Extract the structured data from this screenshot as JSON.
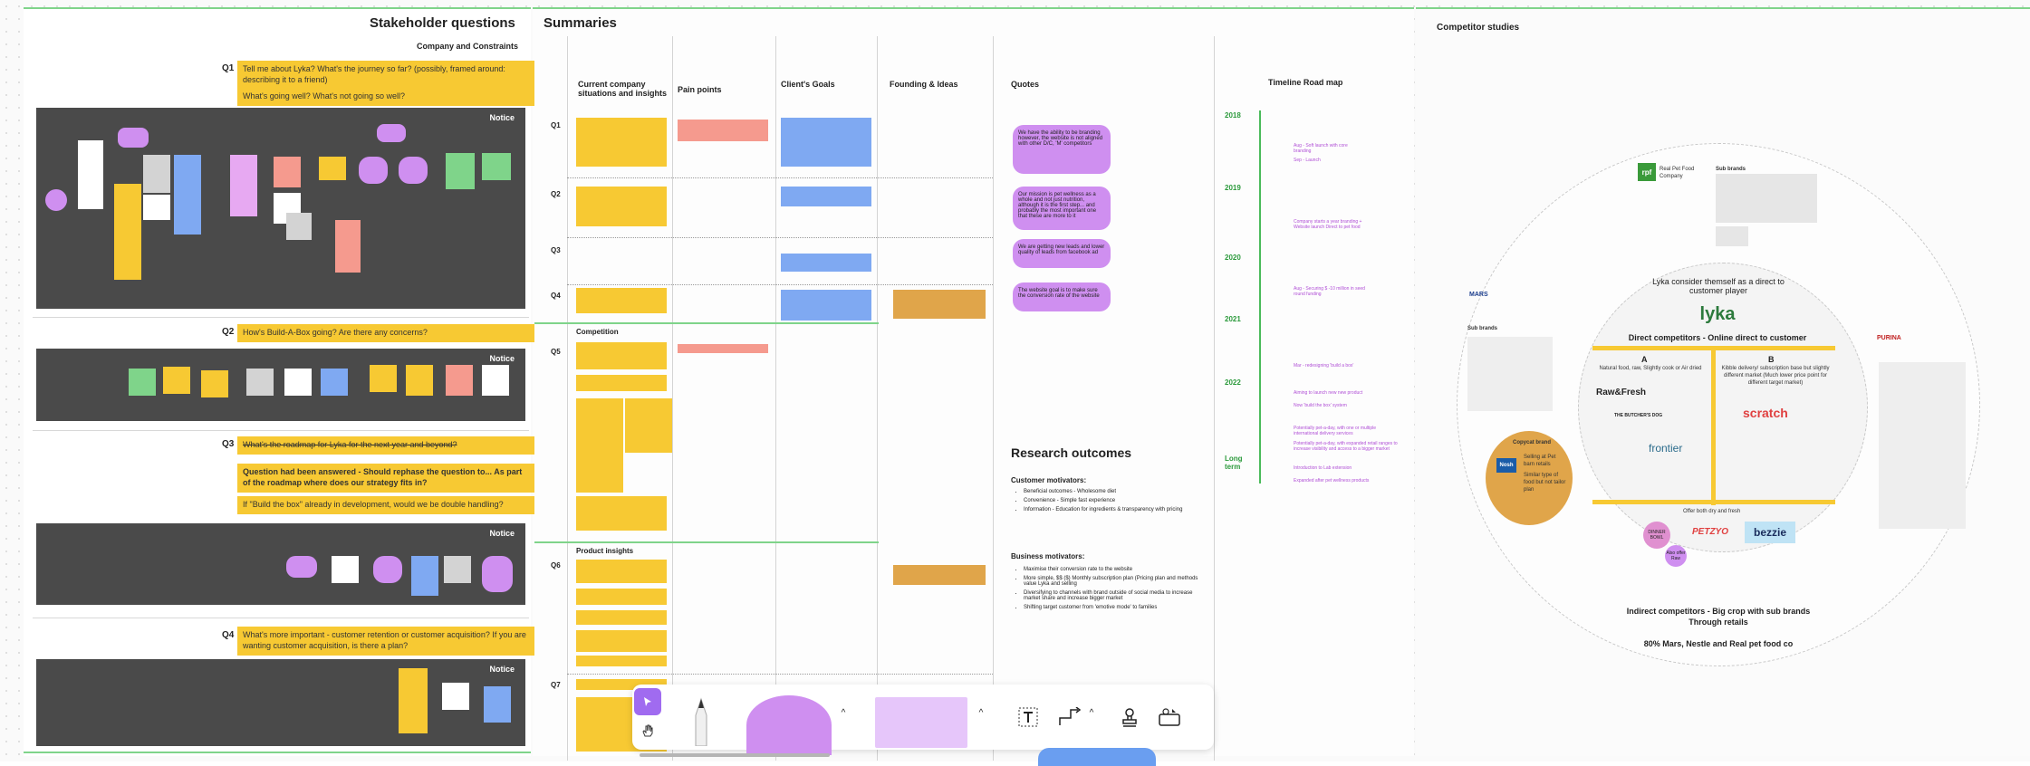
{
  "stakeholder": {
    "title": "Stakeholder questions",
    "subtitle": "Company and Constraints",
    "q1_label": "Q1",
    "q1_text": "Tell me about Lyka? What's the journey so far? (possibly, framed around: describing it to a friend)",
    "q1_text2": "What's going well? What's not going so well?",
    "q2_label": "Q2",
    "q2_text": "How's Build-A-Box going? Are there any concerns?",
    "q3_label": "Q3",
    "q3_text": "What's the roadmap for Lyka for the next year and beyond?",
    "q3_text2": "Question had been answered - Should rephase the question to... As part of the roadmap where does our strategy fits in?",
    "q3_text3": "If \"Build the box\" already in development, would we be double handling?",
    "q4_label": "Q4",
    "q4_text": "What's more important - customer retention or customer acquisition? If you are wanting customer acquisition, is there a plan?",
    "notice": "Notice"
  },
  "summaries": {
    "title": "Summaries",
    "columns": [
      "Current company situations and insights",
      "Pain points",
      "Client's Goals",
      "Founding & Ideas",
      "Quotes",
      "Timeline Road map"
    ],
    "rows": [
      "Q1",
      "Q2",
      "Q3",
      "Q4",
      "Q5",
      "Q6",
      "Q7"
    ],
    "competition": "Competition",
    "product_insights": "Product insights",
    "quotes": [
      "We have the ability to be branding however, the website is not aligned with other D/C, 'M' competitors",
      "Our mission is pet wellness as a whole and not just nutrition, although it is the first step... and probably the most important one that these are more to it",
      "We are getting new leads and lower quality of leads from facebook ad",
      "The website goal is to make sure the conversion rate of the website"
    ]
  },
  "research": {
    "title": "Research outcomes",
    "customer_heading": "Customer motivators:",
    "customer_items": [
      "Beneficial outcomes - Wholesome diet",
      "Convenience - Simple fast experience",
      "Information - Education for ingredients & transparency with pricing"
    ],
    "business_heading": "Business motivators:",
    "business_items": [
      "Maximise their conversion rate to the website",
      "More simple, $$ ($) Monthly subscription plan (Pricing plan and methods value Lyka and selling",
      "Diversifying to channels with brand outside of social media to increase market share and increase bigger market",
      "Shifting target customer from 'emotive mode' to families"
    ]
  },
  "timeline": {
    "title": "Timeline Road map",
    "years": [
      "2018",
      "2019",
      "2020",
      "2021",
      "2022",
      "Long term"
    ],
    "events": [
      "Aug - Soft launch with core branding",
      "Sep - Launch",
      "Company starts a year branding + Website launch Direct to pet food",
      "Aug - Securing $ -10 million in seed round funding",
      "Mar - redesigning 'build a box'",
      "Aiming to launch new new product",
      "Now 'build the box' system",
      "Potentially pet-a-day, with one or multiple international delivery services",
      "Potentially pet-a-day, with expanded retail ranges to increase visibility and access to a bigger market",
      "Introduction to Lab extension",
      "Expanded after pet wellness products"
    ]
  },
  "competitors": {
    "title": "Competitor studies",
    "rpf_name": "Real Pet Food Company",
    "sub_brands": "Sub brands",
    "mars_name": "MARS",
    "mars_sub": "Sub brands",
    "purina": "PURINA",
    "lyka_consider": "Lyka consider themself as a direct to customer player",
    "lyka_logo": "lyka",
    "direct_title": "Direct competitors - Online direct to customer",
    "col_a": "A",
    "col_a_desc": "Natural food, raw, Slightly cook or Air dried",
    "col_b": "B",
    "col_b_desc": "Kibble delivery/ subscription base but slightly different market (Much lower price point for different target market)",
    "brand_raw": "Raw&Fresh",
    "brand_butchers": "THE BUTCHER'S DOG",
    "brand_frontier": "frontier",
    "brand_scratch": "scratch",
    "offer_both": "Offer both dry and fresh",
    "brand_dinner": "DINNER BOWL",
    "brand_petzyo": "PETZYO",
    "brand_bezzie": "bezzie",
    "also_offer": "Also offer Raw",
    "copycat_title": "Copycat brand",
    "copycat_text1": "Selling at Pet barn retails",
    "copycat_text2": "Similar type of food but not tailor plan",
    "nosh": "Nosh",
    "indirect_title": "Indirect competitors - Big crop with sub brands",
    "indirect_sub": "Through retails",
    "indirect_pct": "80% Mars, Nestle and Real pet food co"
  },
  "toolbar": {
    "select_icon": "cursor-icon",
    "hand_icon": "hand-icon",
    "pen_icon": "pen-icon",
    "shape_icon": "shape-icon",
    "sticky_icon": "sticky-note-icon",
    "text_icon": "text-icon",
    "connector_icon": "connector-icon",
    "stamp_icon": "stamp-icon",
    "widget_icon": "widget-icon",
    "accent": "#a06bf0"
  },
  "colors": {
    "yellow": "#f7c933",
    "purple": "#cf8ff0",
    "blue": "#7fa9f2",
    "green": "#7fd48a",
    "dark": "#4a4a4a"
  }
}
